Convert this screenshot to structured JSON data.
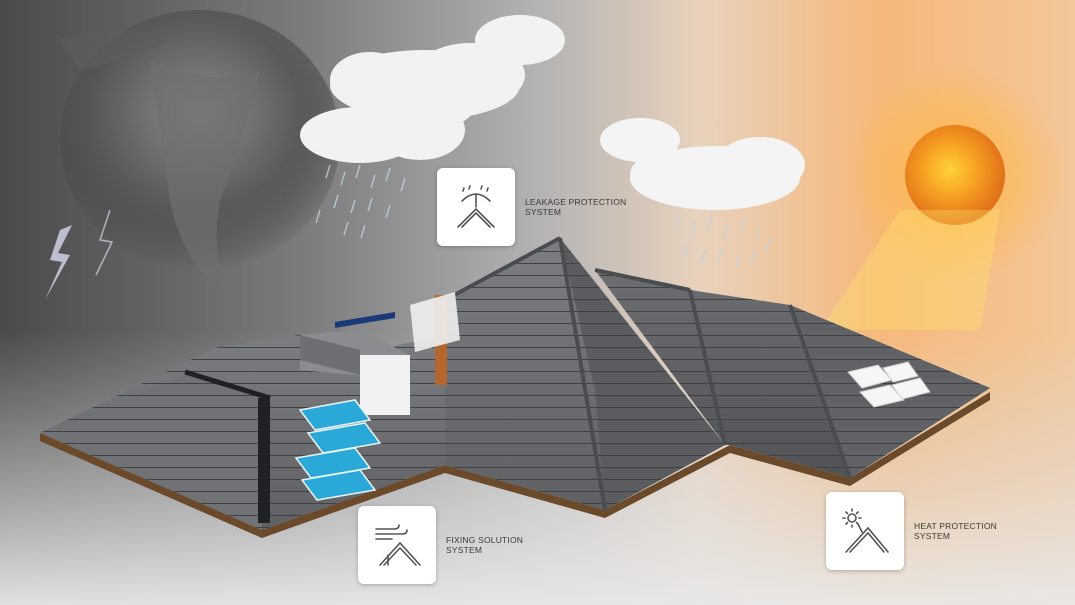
{
  "callouts": {
    "leakage": {
      "line1": "LEAKAGE PROTECTION",
      "line2": "SYSTEM",
      "icon": "umbrella-rain-house-icon"
    },
    "fixing": {
      "line1": "FIXING SOLUTION",
      "line2": "SYSTEM",
      "icon": "wind-house-icon"
    },
    "heat": {
      "line1": "HEAT PROTECTION",
      "line2": "SYSTEM",
      "icon": "sun-house-icon"
    }
  },
  "colors": {
    "storm": "#4a4a4a",
    "sun": "#f08a1e",
    "roof_tile": "#6b6d70",
    "fascia": "#6a4a2a",
    "solar_panel": "#2aa8d8",
    "icon_stroke": "#555555"
  }
}
